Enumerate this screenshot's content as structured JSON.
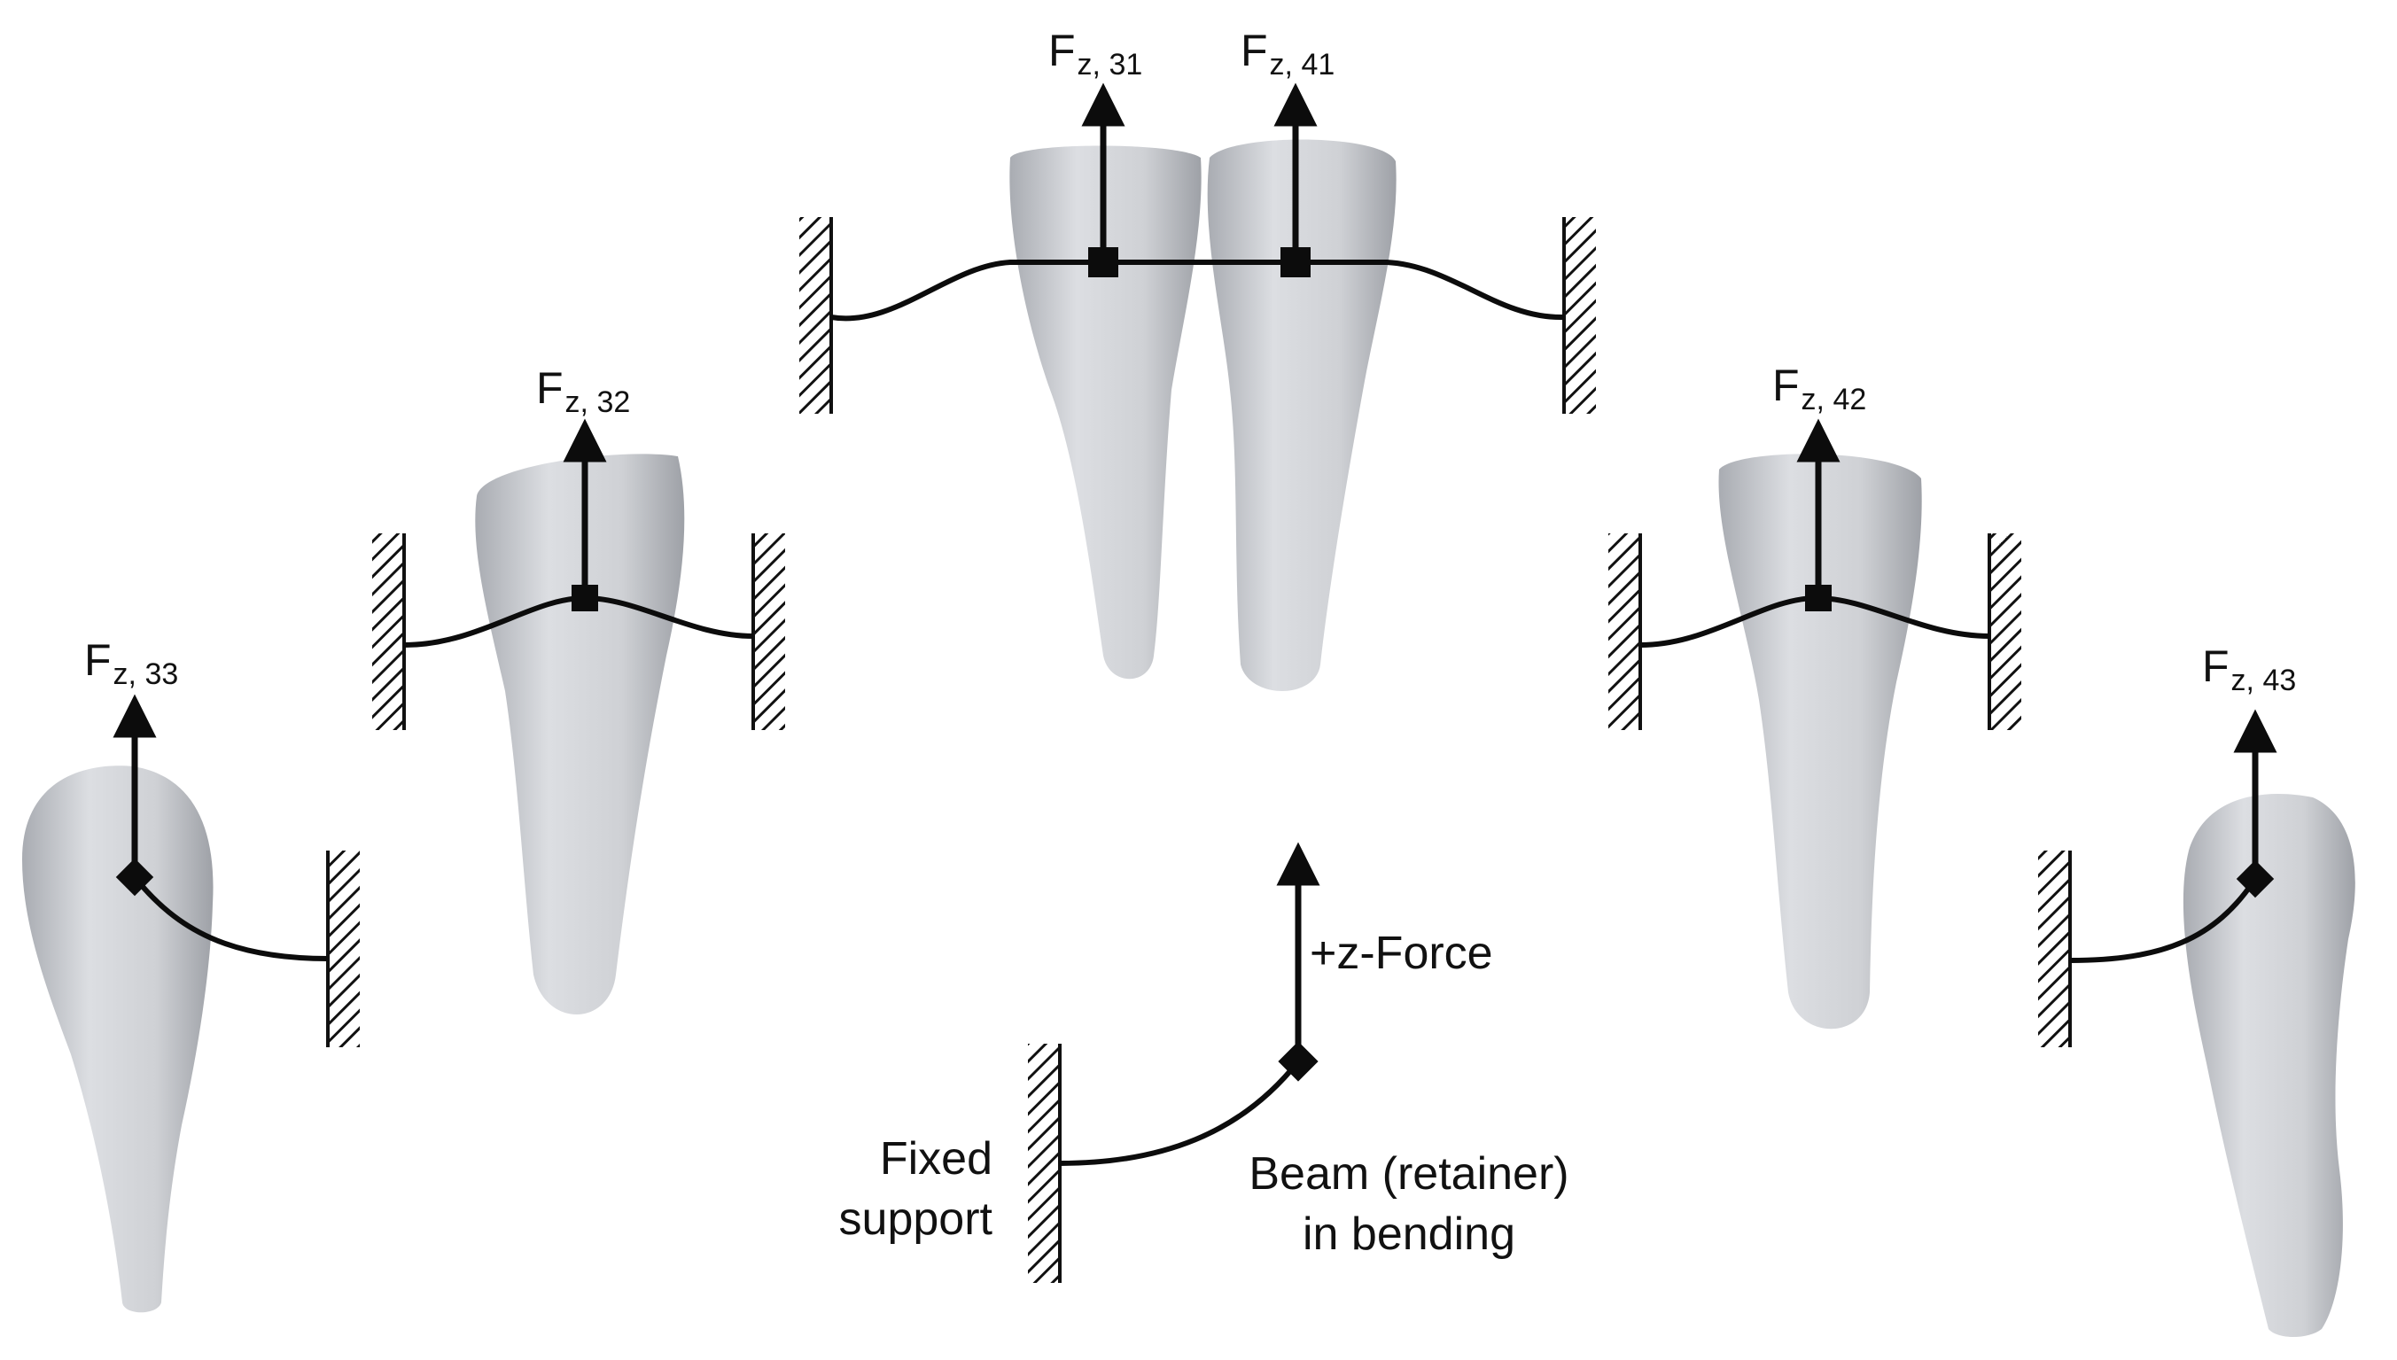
{
  "force_labels": {
    "t31": {
      "main": "F",
      "sub": "z, 31"
    },
    "t41": {
      "main": "F",
      "sub": "z, 41"
    },
    "t32": {
      "main": "F",
      "sub": "z, 32"
    },
    "t42": {
      "main": "F",
      "sub": "z, 42"
    },
    "t33": {
      "main": "F",
      "sub": "z, 33"
    },
    "t43": {
      "main": "F",
      "sub": "z, 43"
    }
  },
  "legend": {
    "force": "+z-Force",
    "support_line1": "Fixed",
    "support_line2": "support",
    "beam_line1": "Beam (retainer)",
    "beam_line2": "in bending"
  },
  "colors": {
    "tooth_fill": "#d3d5d9",
    "tooth_shade": "#a9acb2",
    "line": "#0c0c0c"
  }
}
